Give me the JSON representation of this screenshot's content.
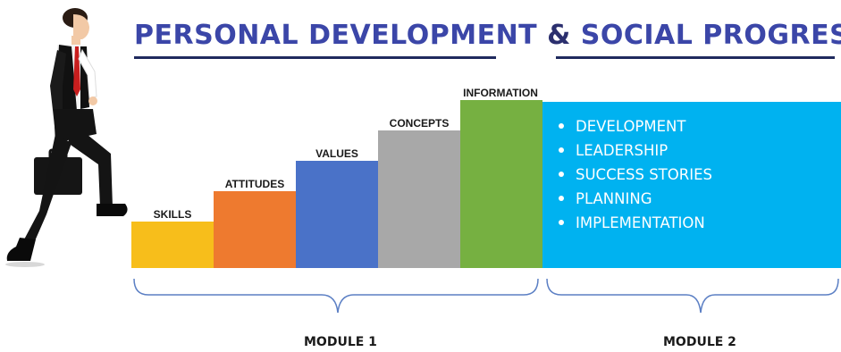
{
  "title": {
    "part1": "PERSONAL DEVELOPMENT",
    "amp": "&",
    "part2": "SOCIAL PROGRESS"
  },
  "steps": [
    {
      "label": "SKILLS",
      "color": "#f7be1b"
    },
    {
      "label": "ATTITUDES",
      "color": "#ee7a2f"
    },
    {
      "label": "VALUES",
      "color": "#4a72c8"
    },
    {
      "label": "CONCEPTS",
      "color": "#a8a8a8"
    },
    {
      "label": "INFORMATION",
      "color": "#76b041"
    }
  ],
  "module2_items": [
    "DEVELOPMENT",
    "LEADERSHIP",
    "SUCCESS STORIES",
    "PLANNING",
    "IMPLEMENTATION"
  ],
  "modules": {
    "m1": "MODULE 1",
    "m2": "MODULE 2"
  },
  "colors": {
    "title": "#3b46a8",
    "module_box": "#00b2f0",
    "brace": "#5b7fc4"
  }
}
